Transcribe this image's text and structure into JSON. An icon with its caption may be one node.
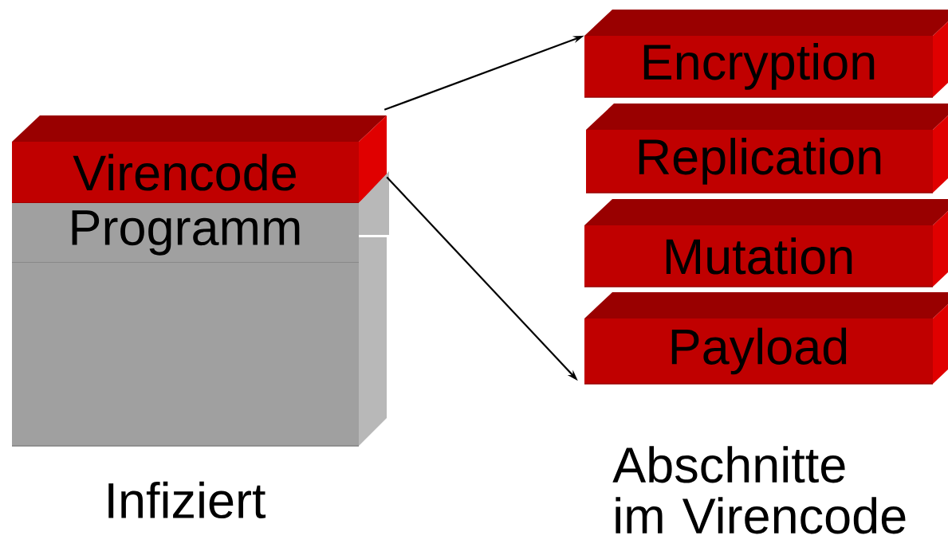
{
  "diagram": {
    "nodes": [
      {
        "text": [
          "Virencode"
        ]
      },
      {
        "text": [
          "Programm"
        ]
      },
      {
        "text": [],
        "shape": "box"
      },
      {
        "text": [
          "Encryption"
        ]
      },
      {
        "text": [
          "Replication"
        ]
      },
      {
        "text": [
          "Mutation"
        ]
      },
      {
        "text": [
          "Payload"
        ]
      }
    ],
    "edges": [
      {
        "from": 0,
        "to": 3,
        "arrow": "to"
      },
      {
        "from": 0,
        "to": 6,
        "arrow": "to"
      }
    ],
    "labels": [
      "Infiziert",
      "Abschnitte im Virencode"
    ]
  }
}
